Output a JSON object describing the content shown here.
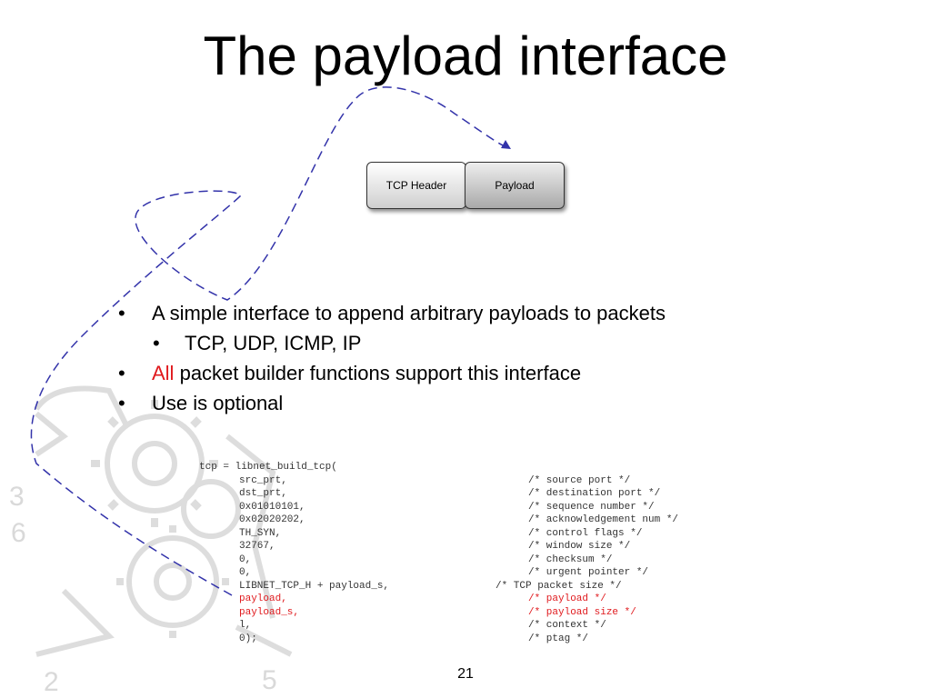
{
  "slide": {
    "title": "The payload interface",
    "page_number": "21"
  },
  "diagram": {
    "tcp_header_label": "TCP Header",
    "payload_label": "Payload"
  },
  "bullets": [
    {
      "text": "A simple interface to append arbitrary payloads to packets"
    },
    {
      "text": "TCP, UDP, ICMP, IP"
    },
    {
      "highlight": "All",
      "text": "packet builder functions support this interface"
    },
    {
      "text": "Use is optional"
    }
  ],
  "bullet_symbol": "•",
  "code": {
    "opening": "tcp = libnet_build_tcp(",
    "args": [
      {
        "arg": "src_prt,",
        "comment": "/* source port */"
      },
      {
        "arg": "dst_prt,",
        "comment": "/* destination port */"
      },
      {
        "arg": "0x01010101,",
        "comment": "/* sequence number */"
      },
      {
        "arg": "0x02020202,",
        "comment": "/* acknowledgement num */"
      },
      {
        "arg": "TH_SYN,",
        "comment": "/* control flags */"
      },
      {
        "arg": "32767,",
        "comment": "/* window size */"
      },
      {
        "arg": "0,",
        "comment": "/* checksum */"
      },
      {
        "arg": "0,",
        "comment": "/* urgent pointer */"
      },
      {
        "arg": "LIBNET_TCP_H + payload_s,",
        "comment": "/* TCP packet size */"
      },
      {
        "arg": "payload,",
        "comment": "/* payload */"
      },
      {
        "arg": "payload_s,",
        "comment": "/* payload size */"
      },
      {
        "arg": "l,",
        "comment": "/* context */"
      },
      {
        "arg": "0);",
        "comment": "/* ptag */"
      }
    ]
  },
  "background_watermark": {
    "digits": [
      "3",
      "6",
      "2",
      "5"
    ]
  },
  "colors": {
    "highlight": "#e0191d",
    "arrow": "#3333aa",
    "watermark": "#d9d9d9"
  }
}
